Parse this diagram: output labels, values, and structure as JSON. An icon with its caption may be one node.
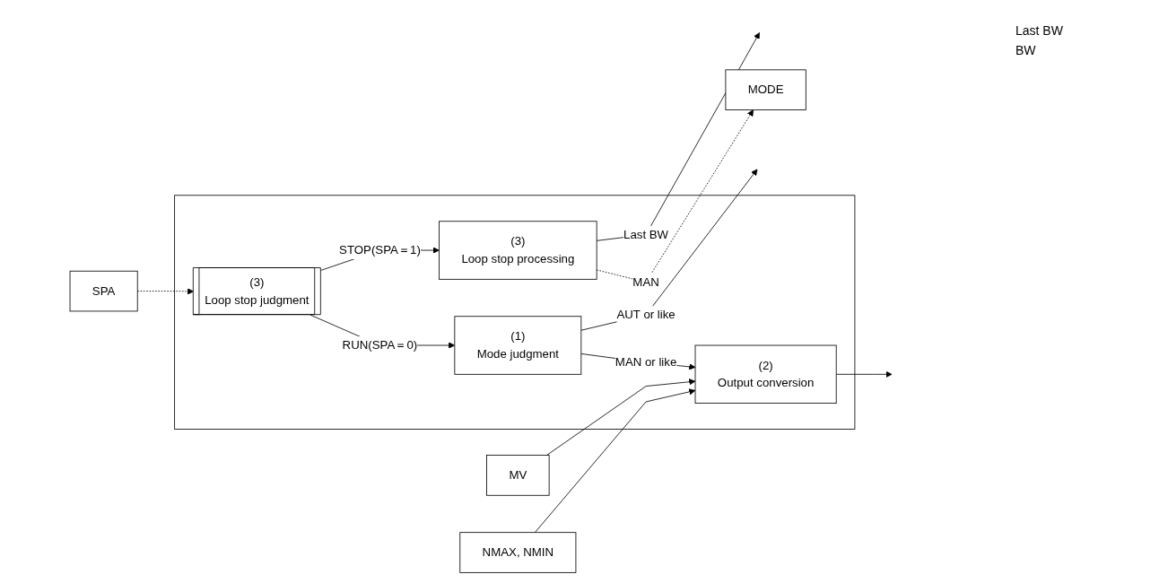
{
  "diagram": {
    "nodes": [
      {
        "text": [],
        "shape": "box"
      },
      {
        "text": [
          "MV"
        ]
      },
      {
        "text": [
          "NMAX, NMIN"
        ]
      },
      {
        "text": [
          "(1)",
          "Mode judgment"
        ],
        "in": 0
      },
      {
        "text": [
          "(2)",
          "Output conversion"
        ],
        "in": 0
      },
      {
        "text": [
          "(3)",
          "Loop stop judgment"
        ],
        "in": 0
      },
      {
        "text": [
          "SPA"
        ]
      },
      {
        "text": [
          "MODE"
        ]
      },
      {
        "text": [
          "(3)",
          "Loop stop processing"
        ],
        "in": 0
      }
    ],
    "edges": [
      {
        "from": 1,
        "to": 4,
        "arrow": "to"
      },
      {
        "from": 2,
        "to": 4,
        "arrow": "to"
      },
      {
        "from": 3,
        "to": 4,
        "arrow": "to",
        "label": "MAN or like"
      },
      {
        "from": 4,
        "to": null,
        "arrow": "to"
      },
      {
        "from": 3,
        "to": null,
        "arrow": "to",
        "label": "AUT or like"
      },
      {
        "from": 5,
        "to": 3,
        "arrow": "to",
        "label": "RUN(SPA＝0)"
      },
      {
        "from": 5,
        "to": 8,
        "arrow": "to",
        "label": "STOP(SPA＝1)"
      },
      {
        "from": 6,
        "to": 5,
        "arrow": "to",
        "style": "dashed"
      },
      {
        "from": 8,
        "to": 7,
        "arrow": "to",
        "style": "dashed",
        "label": "MAN"
      },
      {
        "from": 8,
        "to": null,
        "arrow": "to",
        "label": "Last BW"
      }
    ],
    "labels": [
      "Last BW",
      "BW"
    ]
  }
}
